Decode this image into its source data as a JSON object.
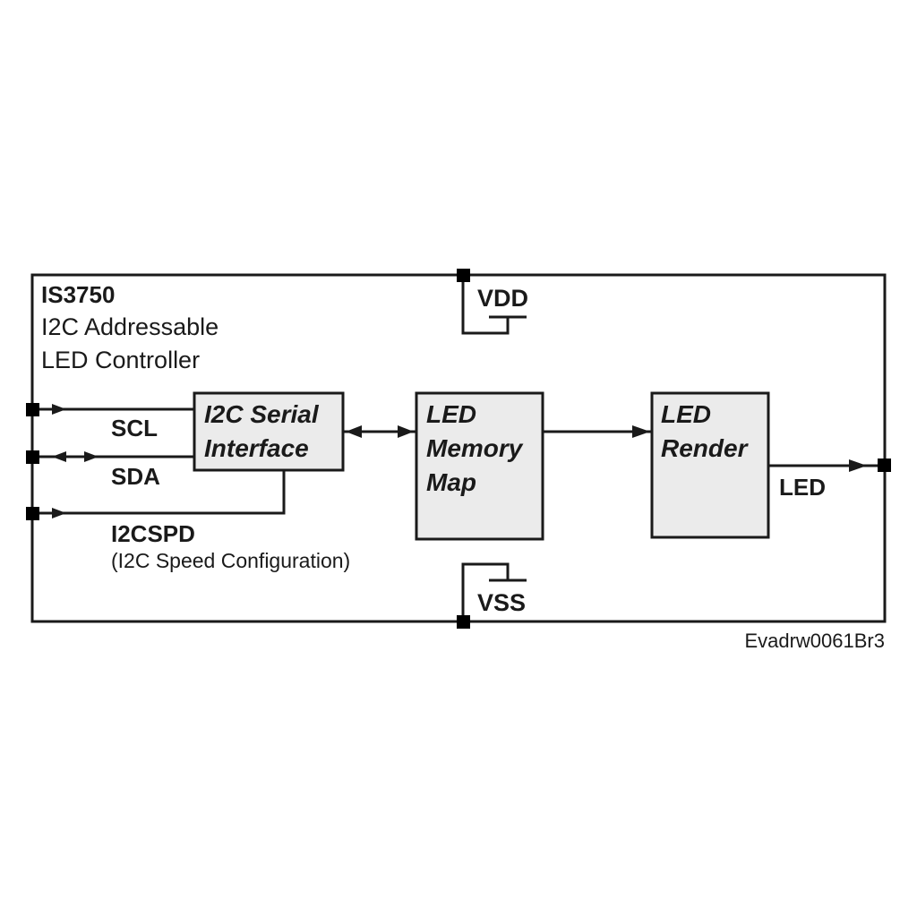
{
  "chip": {
    "name": "IS3750",
    "desc_line1": "I2C Addressable",
    "desc_line2": "LED Controller"
  },
  "blocks": {
    "i2c": {
      "line1": "I2C Serial",
      "line2": "Interface"
    },
    "memory": {
      "line1": "LED",
      "line2": "Memory",
      "line3": "Map"
    },
    "render": {
      "line1": "LED",
      "line2": "Render"
    }
  },
  "pins": {
    "scl": "SCL",
    "sda": "SDA",
    "i2cspd": "I2CSPD",
    "i2cspd_note": "(I2C Speed Configuration)",
    "vdd": "VDD",
    "vss": "VSS",
    "led": "LED"
  },
  "drawing_id": "Evadrw0061Br3",
  "colors": {
    "line": "#1a1a1a",
    "block_fill": "#ebebeb",
    "pin": "#000000"
  }
}
